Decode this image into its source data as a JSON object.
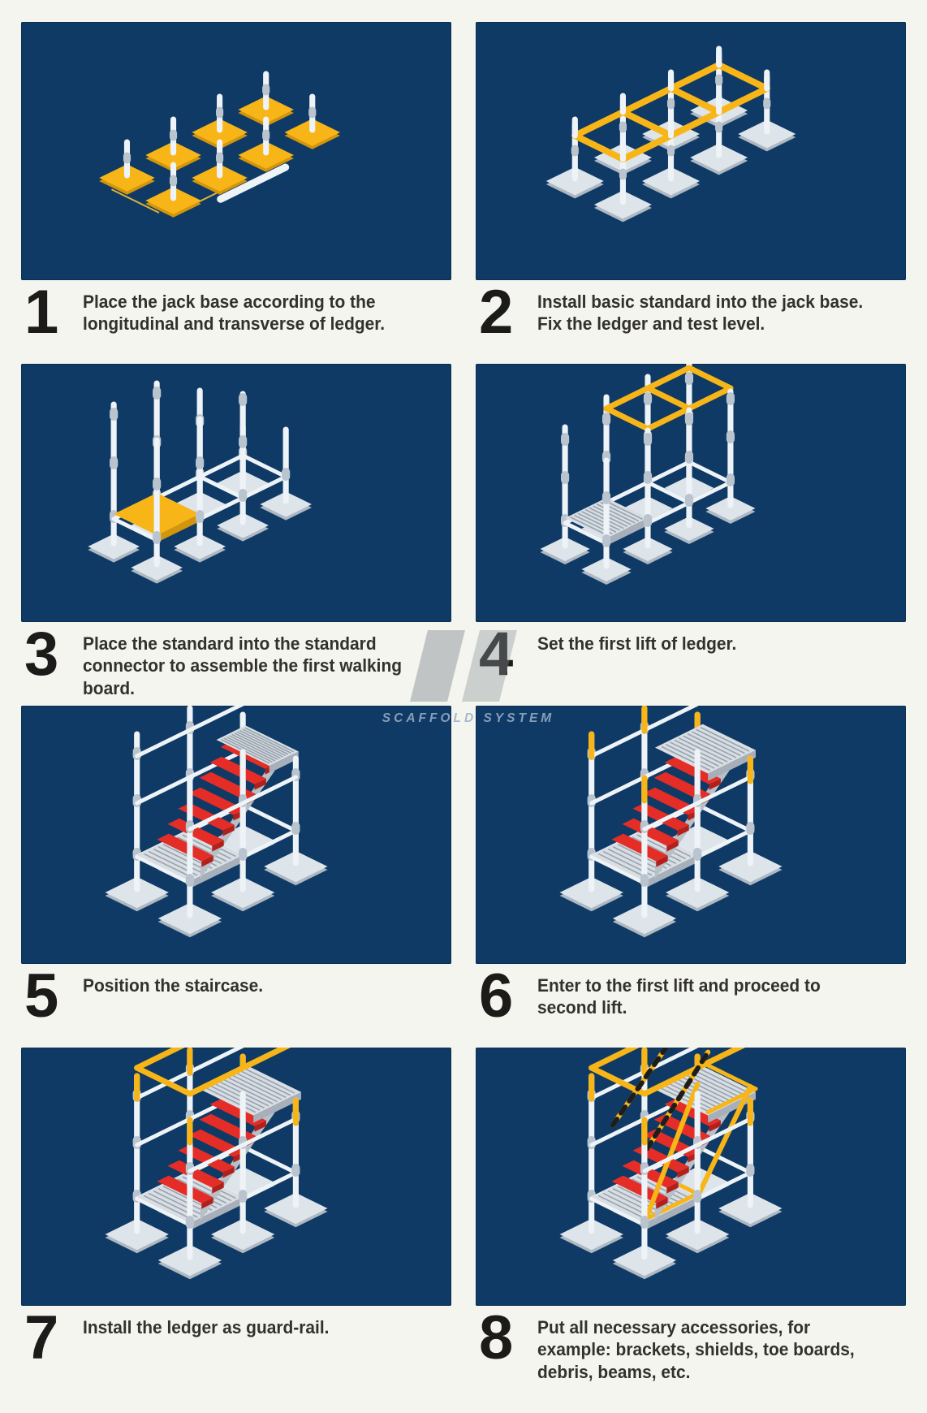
{
  "page": {
    "background": "#f4f5ef"
  },
  "colors": {
    "panel_bg": "#0f3a66",
    "yellow": "#f7b517",
    "yellow_dark": "#d3950c",
    "red": "#e52d27",
    "red_dark": "#b2201c",
    "tube": "#eef3f7",
    "collar": "#b9c4cf",
    "base_gray": "#dde4ea",
    "base_gray_dark": "#aeb8c2",
    "plat_gray": "#d8dee4",
    "plat_edge": "#a7b0ba",
    "plat_stripe": "#98a3ad",
    "dim_line": "#dcb13c",
    "hatch_black": "#1d1d1b"
  },
  "watermark": {
    "label": "SCAFFOLD SYSTEM"
  },
  "steps": [
    {
      "number": "1",
      "caption": "Place the jack base according to the longitudinal and transverse of ledger.",
      "illustration": "jack-bases-layout"
    },
    {
      "number": "2",
      "caption": "Install basic standard into the jack base.  Fix the ledger and test level.",
      "illustration": "base-frame"
    },
    {
      "number": "3",
      "caption": "Place the standard into the standard connector to assemble the first walking board.",
      "illustration": "first-standards"
    },
    {
      "number": "4",
      "caption": "Set the first lift of ledger.",
      "illustration": "first-lift-ledger"
    },
    {
      "number": "5",
      "caption": "Position the staircase.",
      "illustration": "staircase"
    },
    {
      "number": "6",
      "caption": "Enter to the first lift and proceed to second lift.",
      "illustration": "second-lift"
    },
    {
      "number": "7",
      "caption": "Install the ledger as guard-rail.",
      "illustration": "guard-rail"
    },
    {
      "number": "8",
      "caption": "Put all necessary accessories, for example: brackets, shields, toe boards, debris, beams, etc.",
      "illustration": "accessories"
    }
  ]
}
